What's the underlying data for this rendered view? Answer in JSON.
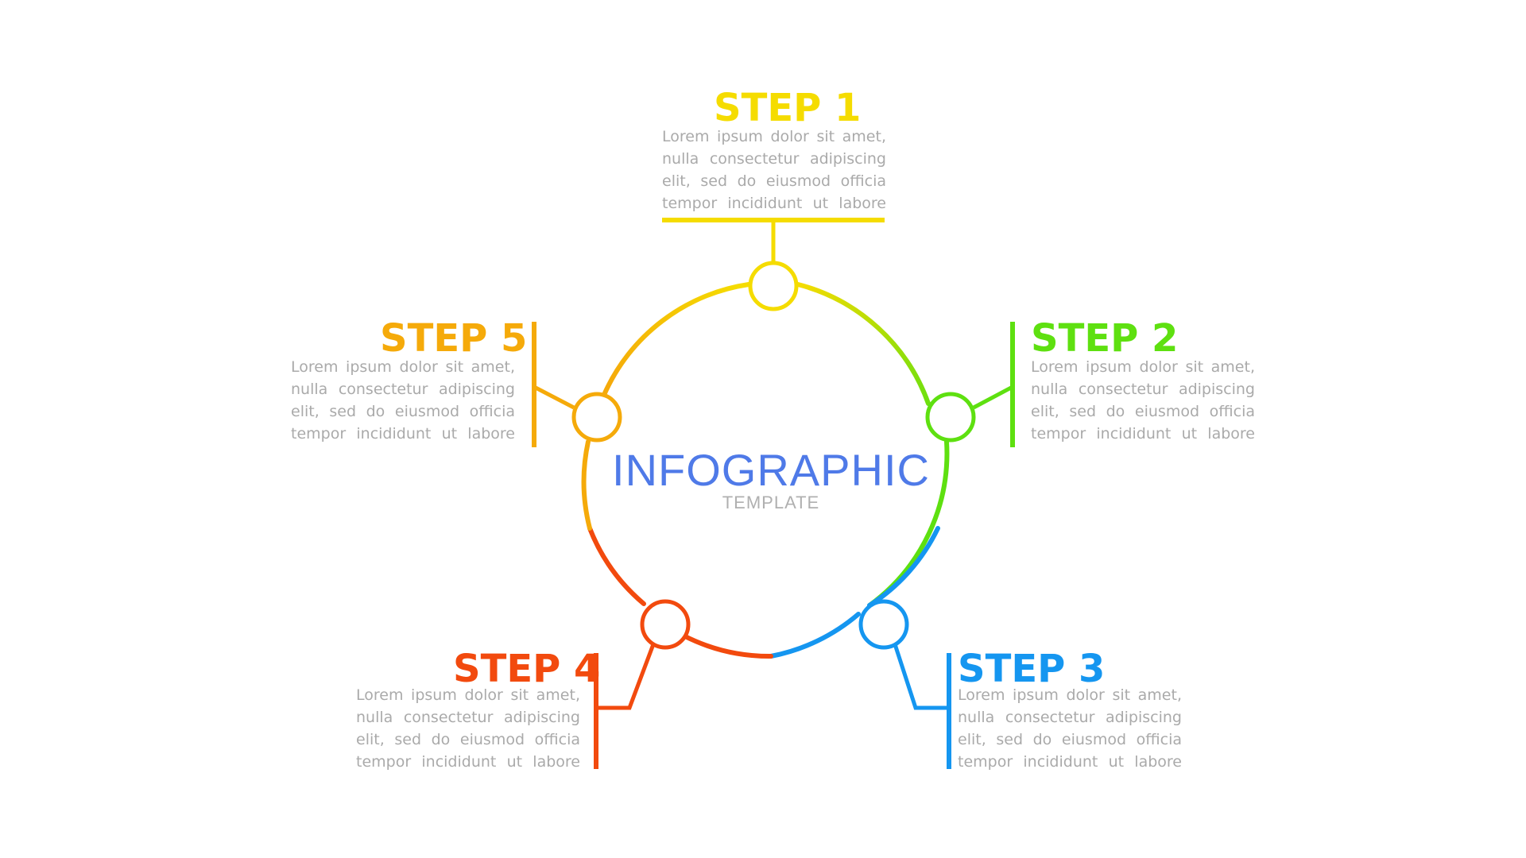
{
  "center": {
    "title": "INFOGRAPHIC",
    "subtitle": "TEMPLATE"
  },
  "colors": {
    "step1": "#f5dc00",
    "step2": "#5ee010",
    "step3": "#1596f0",
    "step4": "#f24a0e",
    "step5": "#f5aa0a",
    "center_title": "#4f7ae8",
    "body_text": "#aaaaaa"
  },
  "steps": [
    {
      "title": "STEP 1",
      "lines": [
        "Lorem ipsum dolor sit amet,",
        "nulla consectetur adipiscing",
        "elit, sed do eiusmod officia",
        "tempor incididunt ut labore"
      ]
    },
    {
      "title": "STEP 2",
      "lines": [
        "Lorem ipsum dolor sit amet,",
        "nulla consectetur adipiscing",
        "elit, sed do eiusmod officia",
        "tempor incididunt ut labore"
      ]
    },
    {
      "title": "STEP 3",
      "lines": [
        "Lorem ipsum dolor sit amet,",
        "nulla consectetur adipiscing",
        "elit, sed do eiusmod officia",
        "tempor incididunt ut labore"
      ]
    },
    {
      "title": "STEP 4",
      "lines": [
        "Lorem ipsum dolor sit amet,",
        "nulla consectetur adipiscing",
        "elit, sed do eiusmod officia",
        "tempor incididunt ut labore"
      ]
    },
    {
      "title": "STEP 5",
      "lines": [
        "Lorem ipsum dolor sit amet,",
        "nulla consectetur adipiscing",
        "elit, sed do eiusmod officia",
        "tempor incididunt ut labore"
      ]
    }
  ]
}
